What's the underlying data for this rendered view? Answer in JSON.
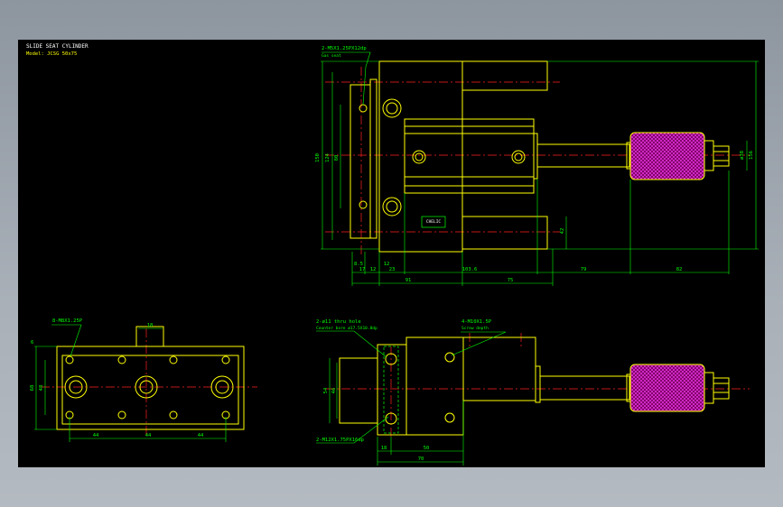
{
  "drawing": {
    "title": "SLIDE SEAT CYLINDER",
    "model_line": "Model: JCSG 50x75",
    "colors": {
      "background": "#000000",
      "outline": "#ffff00",
      "dimension": "#00ff00",
      "centerline": "#ff2020",
      "knurl": "#b00090",
      "white": "#ffffff"
    },
    "top_view": {
      "notes": {
        "ports": "2-M5X1.25PX12dp",
        "seat": "Gas seat"
      },
      "brand": "CHELIC",
      "dims": {
        "h150": "150",
        "h124": "124",
        "h80": "80",
        "d38": "ø38",
        "h156": "156",
        "h42": "42",
        "x85": "8.5",
        "x12a": "12",
        "x12b": "12",
        "x17": "17",
        "x23": "23",
        "x103": "103.6",
        "x79": "79",
        "x82": "82",
        "x91": "91",
        "x75": "75"
      }
    },
    "bottom_left_view": {
      "notes": {
        "holes": "8-M8X1.25P"
      },
      "dims": {
        "w18": "18",
        "h6": "6",
        "h68": "68",
        "h48": "48",
        "p44a": "44",
        "p44b": "44",
        "p44c": "44"
      }
    },
    "bottom_right_view": {
      "notes": {
        "top_left": "2-ø11 thru hole",
        "counterbore": "Counter bore ø17.5X10.8dp",
        "top_right": "4-M10X1.5P",
        "top_right_sub": "Screw depth",
        "bottom": "2-M12X1.75PX16dp"
      },
      "dims": {
        "h54": "54",
        "h46": "46",
        "w18": "18",
        "w50": "50",
        "w70": "70"
      }
    }
  }
}
